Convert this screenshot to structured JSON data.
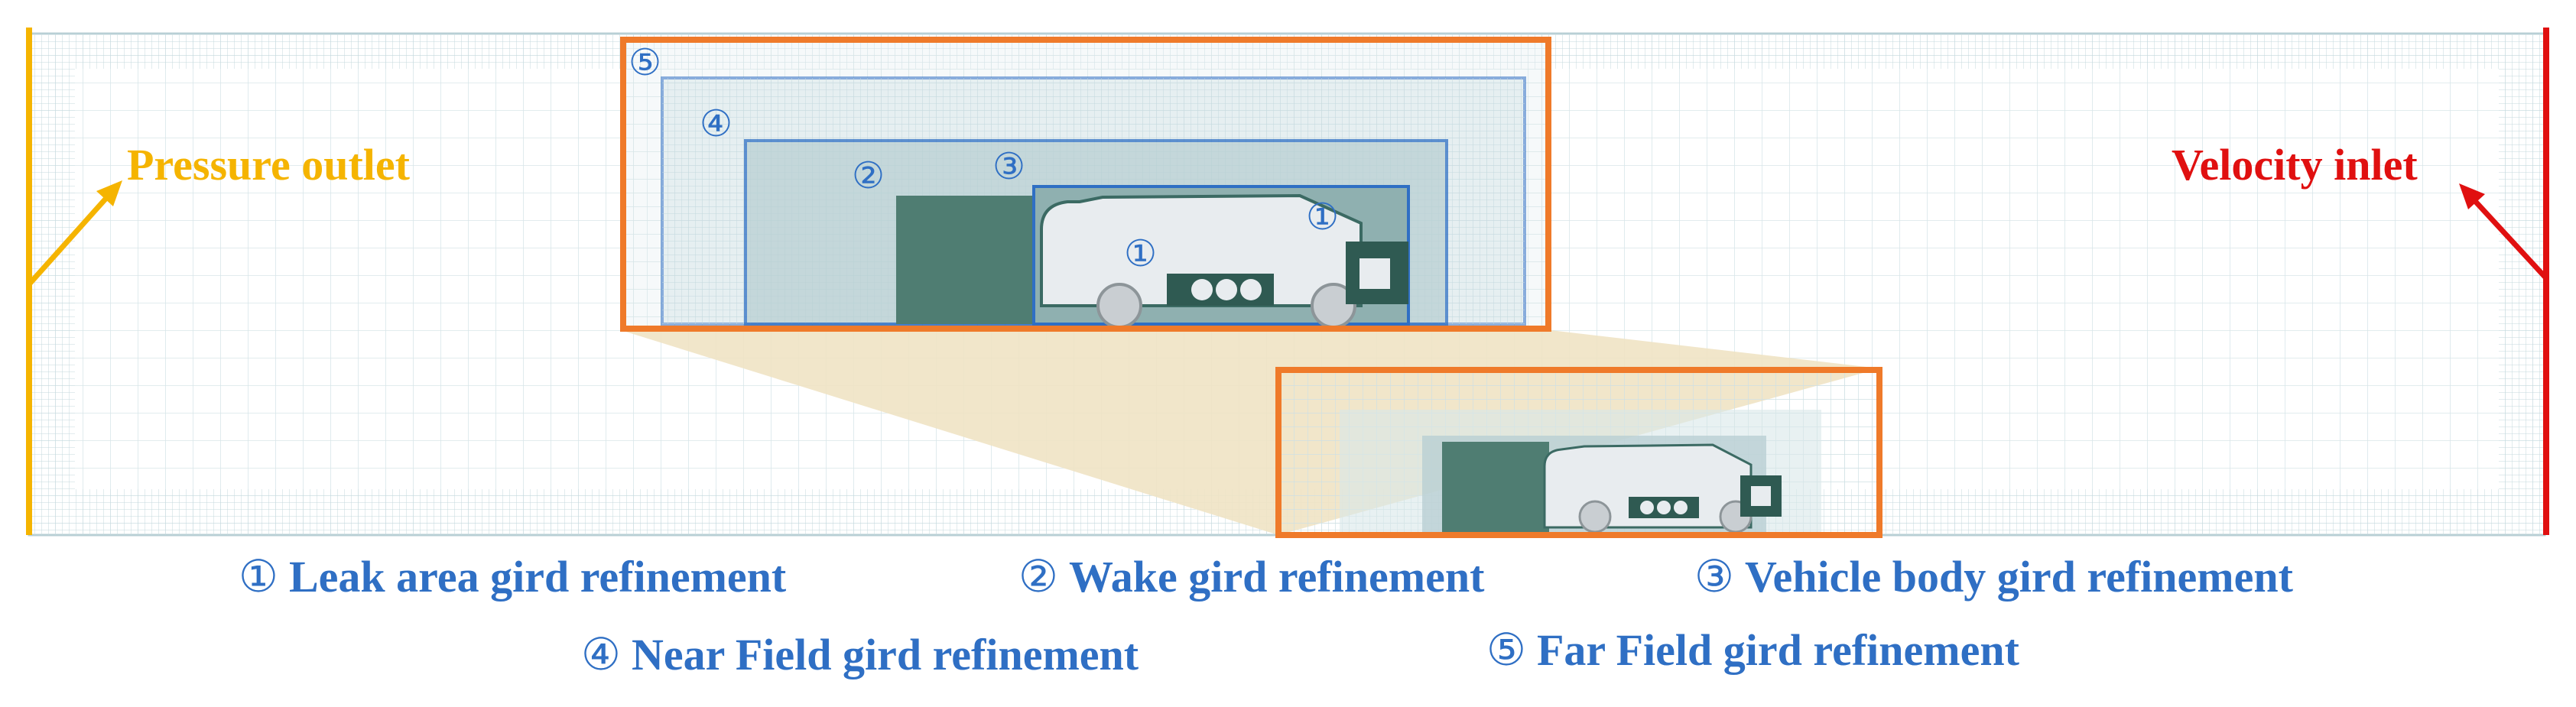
{
  "boundaries": {
    "outlet_label": "Pressure outlet",
    "outlet_color": "#f5b400",
    "inlet_label": "Velocity inlet",
    "inlet_color": "#e01010"
  },
  "zone_markers": [
    "⑤",
    "④",
    "③",
    "②",
    "①",
    "①"
  ],
  "legend": [
    {
      "num": "①",
      "text": "Leak area gird refinement"
    },
    {
      "num": "②",
      "text": "Wake gird refinement"
    },
    {
      "num": "③",
      "text": "Vehicle body gird refinement"
    },
    {
      "num": "④",
      "text": "Near Field gird refinement"
    },
    {
      "num": "⑤",
      "text": "Far Field gird refinement"
    }
  ],
  "colors": {
    "zone_outline": "#2f6fc4",
    "highlight_frame": "#ef7a2a",
    "wake_fill": "#4f7d72",
    "leak_fill": "#2f5a52",
    "vehicle_body": "#e8ecef",
    "grid_line": "#c9dde2",
    "zoom_fan": "#efe3c4"
  }
}
